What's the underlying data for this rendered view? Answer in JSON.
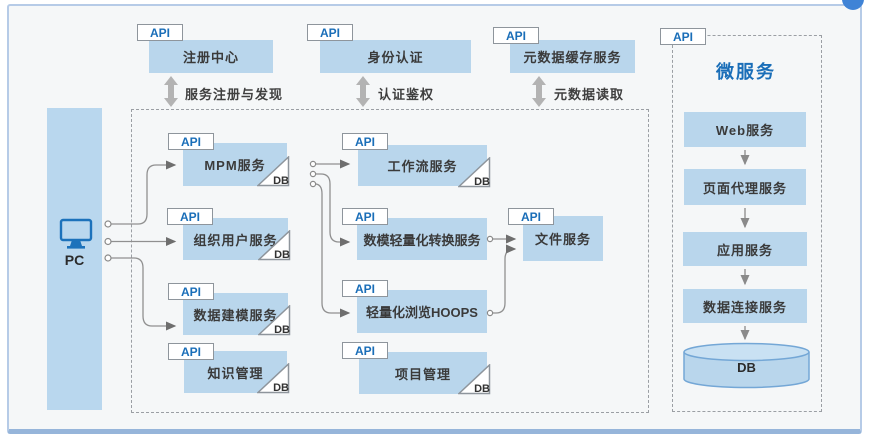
{
  "api_label": "API",
  "db_label": "DB",
  "palette": {
    "accent_blue": "#1a6eb8",
    "box_fill": "#b9d6ec",
    "panel_border": "#b6cbe7",
    "dashed_gray": "#9b9fa4",
    "arrow_gray": "#b3b3b3"
  },
  "top": {
    "registry": {
      "label": "注册中心",
      "arrow_label": "服务注册与发现"
    },
    "auth": {
      "label": "身份认证",
      "arrow_label": "认证鉴权"
    },
    "metadata": {
      "label": "元数据缓存服务",
      "arrow_label": "元数据读取"
    }
  },
  "client": {
    "label": "PC"
  },
  "platform": {
    "mpm": {
      "label": "MPM服务"
    },
    "org_user": {
      "label": "组织用户服务"
    },
    "data_modeling": {
      "label": "数据建模服务"
    },
    "knowledge": {
      "label": "知识管理"
    },
    "workflow": {
      "label": "工作流服务"
    },
    "convert": {
      "label": "数模轻量化转换服务"
    },
    "hoops": {
      "label": "轻量化浏览HOOPS"
    },
    "project": {
      "label": "项目管理"
    },
    "file": {
      "label": "文件服务"
    }
  },
  "micro": {
    "title": "微服务",
    "web": {
      "label": "Web服务"
    },
    "proxy": {
      "label": "页面代理服务"
    },
    "app": {
      "label": "应用服务"
    },
    "dataconn": {
      "label": "数据连接服务"
    },
    "db": {
      "label": "DB"
    }
  }
}
